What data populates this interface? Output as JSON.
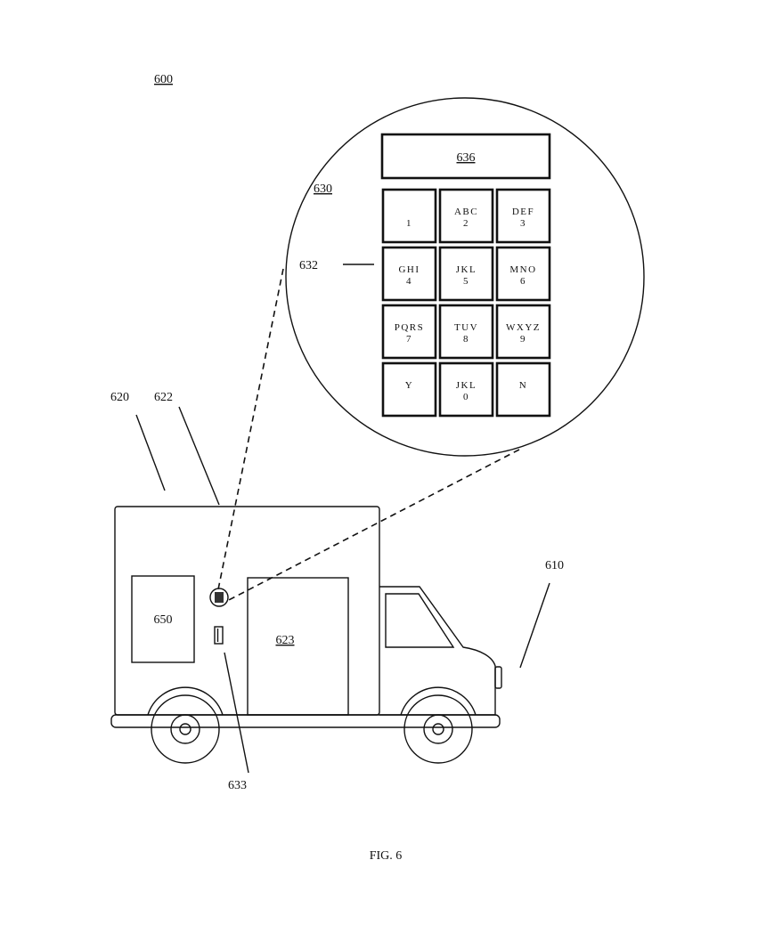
{
  "figure": {
    "caption": "FIG. 6",
    "labels": {
      "system": "600",
      "vehicle": "610",
      "compartment": "620",
      "compartment_wall": "622",
      "door": "623",
      "keypad_zoom": "630",
      "keypad": "632",
      "keypad_device": "633",
      "display": "636",
      "panel": "650"
    },
    "keypad_keys": [
      {
        "letters": "",
        "digit": "1"
      },
      {
        "letters": "ABC",
        "digit": "2"
      },
      {
        "letters": "DEF",
        "digit": "3"
      },
      {
        "letters": "GHI",
        "digit": "4"
      },
      {
        "letters": "JKL",
        "digit": "5"
      },
      {
        "letters": "MNO",
        "digit": "6"
      },
      {
        "letters": "PQRS",
        "digit": "7"
      },
      {
        "letters": "TUV",
        "digit": "8"
      },
      {
        "letters": "WXYZ",
        "digit": "9"
      },
      {
        "letters": "Y",
        "digit": ""
      },
      {
        "letters": "JKL",
        "digit": "0"
      },
      {
        "letters": "N",
        "digit": ""
      }
    ]
  }
}
